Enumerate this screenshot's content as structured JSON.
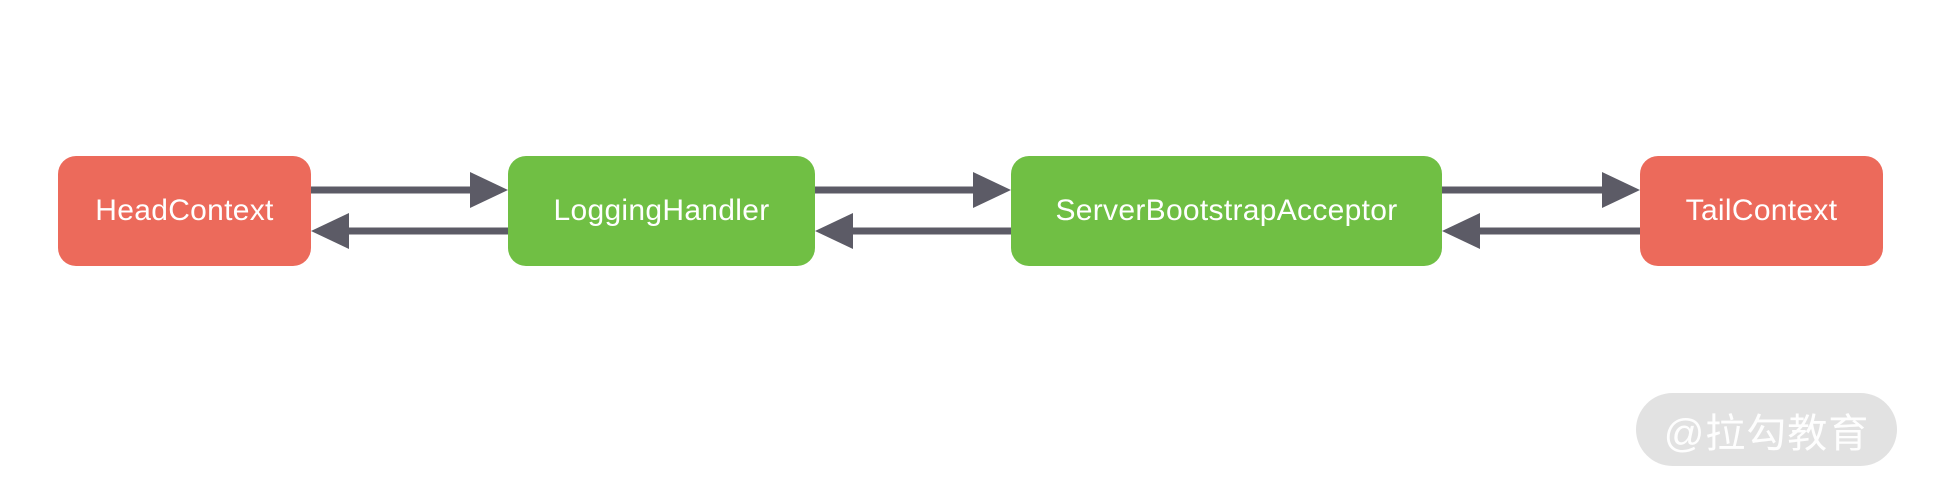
{
  "diagram": {
    "type": "pipeline-flow",
    "description": "Netty ChannelPipeline handler chain with bidirectional links",
    "nodes": [
      {
        "id": "head",
        "label": "HeadContext",
        "color": "#EC6A5B",
        "text_color": "#FFFFFF"
      },
      {
        "id": "logging",
        "label": "LoggingHandler",
        "color": "#70BF44",
        "text_color": "#FFFFFF"
      },
      {
        "id": "acceptor",
        "label": "ServerBootstrapAcceptor",
        "color": "#70BF44",
        "text_color": "#FFFFFF"
      },
      {
        "id": "tail",
        "label": "TailContext",
        "color": "#EC6A5B",
        "text_color": "#FFFFFF"
      }
    ],
    "edges": [
      {
        "from": "HeadContext",
        "to": "LoggingHandler",
        "direction": "right"
      },
      {
        "from": "LoggingHandler",
        "to": "HeadContext",
        "direction": "left"
      },
      {
        "from": "LoggingHandler",
        "to": "ServerBootstrapAcceptor",
        "direction": "right"
      },
      {
        "from": "ServerBootstrapAcceptor",
        "to": "LoggingHandler",
        "direction": "left"
      },
      {
        "from": "ServerBootstrapAcceptor",
        "to": "TailContext",
        "direction": "right"
      },
      {
        "from": "TailContext",
        "to": "ServerBootstrapAcceptor",
        "direction": "left"
      }
    ],
    "arrow_color": "#5C5B66",
    "background": "#FFFFFF"
  },
  "watermark": {
    "label": "@拉勾教育",
    "pill_color": "#E2E2E2",
    "text_color": "#FFFFFF"
  }
}
